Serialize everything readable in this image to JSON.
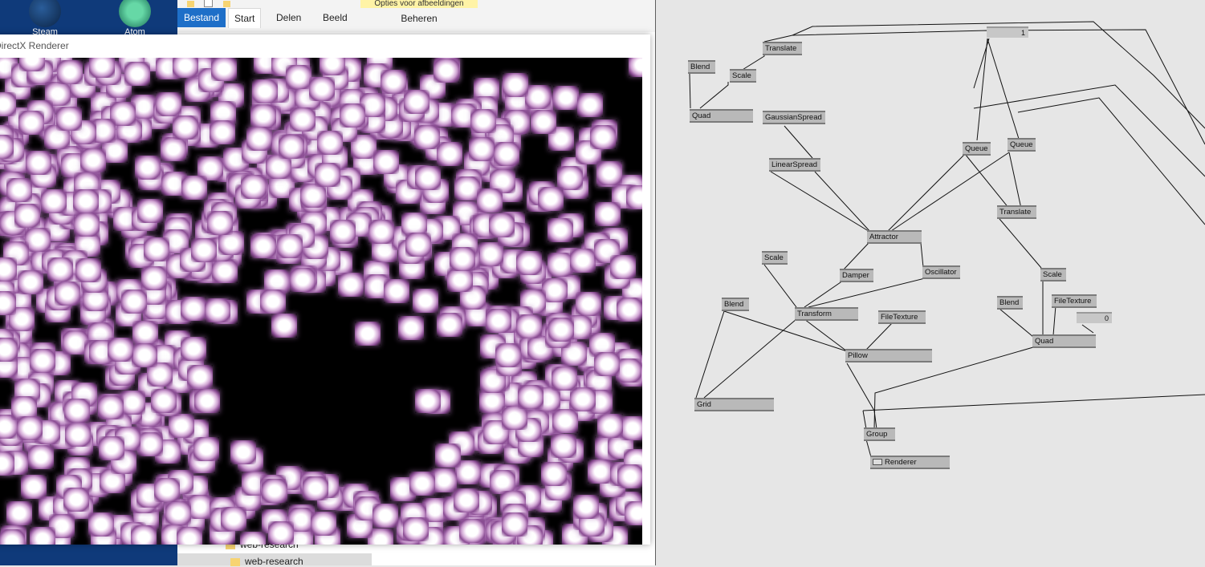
{
  "desktop": {
    "icons": [
      {
        "name": "steam-icon",
        "label": "Steam"
      },
      {
        "name": "atom-icon",
        "label": "Atom"
      }
    ]
  },
  "explorer": {
    "tabs": [
      "Bestand",
      "Start",
      "Delen",
      "Beeld"
    ],
    "contextual_group": "Opties voor afbeeldingen",
    "contextual_tab": "Beheren",
    "tree": [
      "web-research",
      "web-research"
    ]
  },
  "renderer": {
    "title": "DirectX Renderer"
  },
  "patch": {
    "nodes": {
      "translate_top": "Translate",
      "blend_topleft": "Blend",
      "scale_topleft": "Scale",
      "quad_topleft": "Quad",
      "gaussian": "GaussianSpread",
      "linear": "LinearSpread",
      "queue1": "Queue",
      "queue2": "Queue",
      "translate_right": "Translate",
      "attractor": "Attractor",
      "scale_mid": "Scale",
      "damper": "Damper",
      "oscillator": "Oscillator",
      "scale_right": "Scale",
      "blend_mid": "Blend",
      "transform": "Transform",
      "filetexture1": "FileTexture",
      "blend_right": "Blend",
      "filetexture2": "FileTexture",
      "quad_right": "Quad",
      "pillow": "Pillow",
      "grid": "Grid",
      "group": "Group",
      "renderer": "Renderer"
    },
    "io_values": {
      "top": "1",
      "right": "0"
    }
  }
}
